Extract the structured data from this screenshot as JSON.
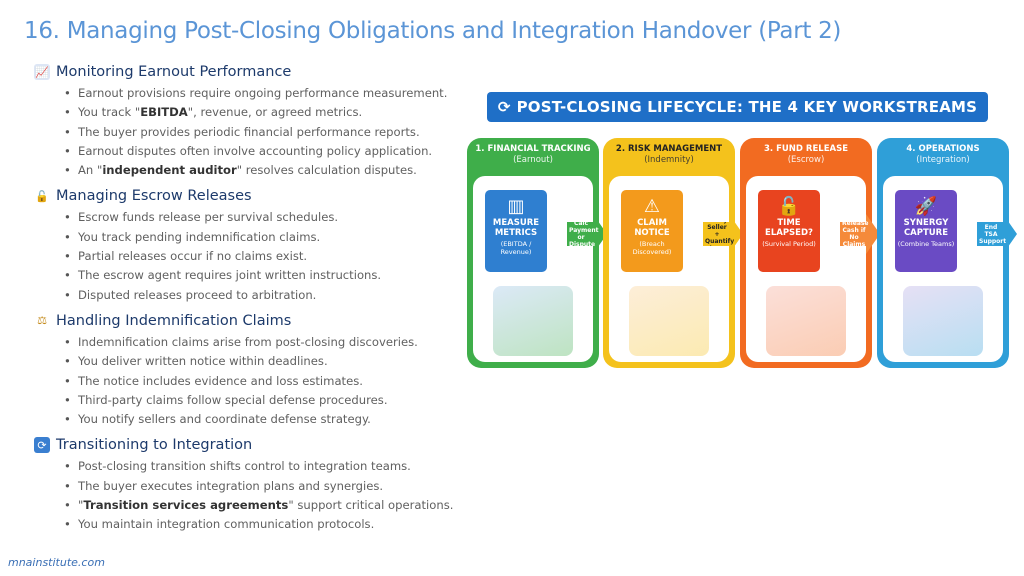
{
  "title": "16. Managing Post-Closing Obligations and Integration Handover (Part 2)",
  "sections": [
    {
      "heading": "Monitoring Earnout Performance",
      "icon": "chart-increasing-icon",
      "bullets": [
        {
          "pre": "Earnout provisions require ongoing performance measurement."
        },
        {
          "pre": "You track \"",
          "bold": "EBITDA",
          "post": "\", revenue, or agreed metrics."
        },
        {
          "pre": "The buyer provides periodic financial performance reports."
        },
        {
          "pre": "Earnout disputes often involve accounting policy application."
        },
        {
          "pre": "An \"",
          "bold": "independent auditor",
          "post": "\" resolves calculation disputes."
        }
      ]
    },
    {
      "heading": "Managing Escrow Releases",
      "icon": "unlocked-icon",
      "bullets": [
        {
          "pre": "Escrow funds release per survival schedules."
        },
        {
          "pre": "You track pending indemnification claims."
        },
        {
          "pre": "Partial releases occur if no claims exist."
        },
        {
          "pre": "The escrow agent requires joint written instructions."
        },
        {
          "pre": "Disputed releases proceed to arbitration."
        }
      ]
    },
    {
      "heading": "Handling Indemnification Claims",
      "icon": "balance-scale-icon",
      "bullets": [
        {
          "pre": "Indemnification claims arise from post-closing discoveries."
        },
        {
          "pre": "You deliver written notice within deadlines."
        },
        {
          "pre": "The notice includes evidence and loss estimates."
        },
        {
          "pre": "Third-party claims follow special defense procedures."
        },
        {
          "pre": "You notify sellers and coordinate defense strategy."
        }
      ]
    },
    {
      "heading": "Transitioning to Integration",
      "icon": "cycle-arrows-icon",
      "bullets": [
        {
          "pre": "Post-closing transition shifts control to integration teams."
        },
        {
          "pre": "The buyer executes integration plans and synergies."
        },
        {
          "pre": "\"",
          "bold": "Transition services agreements",
          "post": "\" support critical operations."
        },
        {
          "pre": "You maintain integration communication protocols."
        }
      ]
    }
  ],
  "footer": "mnainstitute.com",
  "infographic": {
    "banner": "POST-CLOSING LIFECYCLE: THE 4 KEY WORKSTREAMS",
    "panels": [
      {
        "heading": "1. FINANCIAL TRACKING",
        "sub": "(Earnout)",
        "card": "MEASURE METRICS",
        "card_sub": "(EBITDA / Revenue)",
        "glyph": "▥",
        "arrow": "Calc Payment or Dispute",
        "color": "#3fae4a",
        "card_color": "#2f7fd0",
        "arrow_color": "#3fae4a"
      },
      {
        "heading": "2. RISK MANAGEMENT",
        "sub": "(Indemnity)",
        "card": "CLAIM NOTICE",
        "card_sub": "(Breach Discovered)",
        "glyph": "⚠",
        "arrow": "Notify Seller + Quantify Loss",
        "color": "#f4c21c",
        "card_color": "#f39a1c",
        "arrow_color": "#f4c21c"
      },
      {
        "heading": "3. FUND RELEASE",
        "sub": "(Escrow)",
        "card": "TIME ELAPSED?",
        "card_sub": "(Survival Period)",
        "glyph": "🔓",
        "arrow": "Release Cash if No Claims",
        "color": "#f26b21",
        "card_color": "#e8441f",
        "arrow_color": "#f58a3a"
      },
      {
        "heading": "4. OPERATIONS",
        "sub": "(Integration)",
        "card": "SYNERGY CAPTURE",
        "card_sub": "(Combine Teams)",
        "glyph": "🚀",
        "arrow": "End TSA Support",
        "color": "#2f9fd8",
        "card_color": "#6a4bc4",
        "arrow_color": "#2f9fd8"
      }
    ]
  }
}
